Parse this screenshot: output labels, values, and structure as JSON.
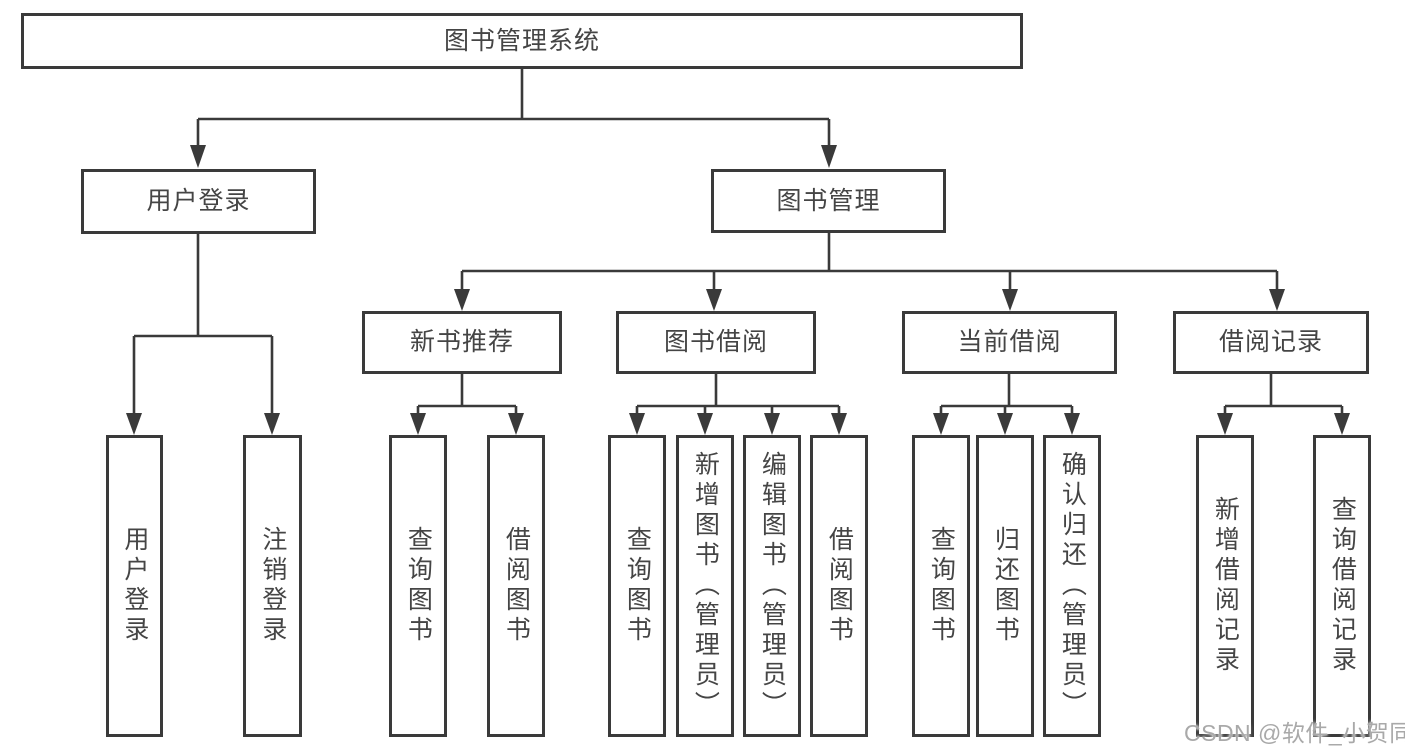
{
  "diagram": {
    "root": {
      "label": "图书管理系统"
    },
    "level2": [
      {
        "label": "用户登录"
      },
      {
        "label": "图书管理"
      }
    ],
    "level3": [
      {
        "label": "新书推荐"
      },
      {
        "label": "图书借阅"
      },
      {
        "label": "当前借阅"
      },
      {
        "label": "借阅记录"
      }
    ],
    "leaves": {
      "user_login": [
        "用户登录",
        "注销登录"
      ],
      "new_book": [
        "查询图书",
        "借阅图书"
      ],
      "book_borrow": [
        "查询图书",
        "新增图书（管理员）",
        "编辑图书（管理员）",
        "借阅图书"
      ],
      "current_borrow": [
        "查询图书",
        "归还图书",
        "确认归还（管理员）"
      ],
      "borrow_record": [
        "新增借阅记录",
        "查询借阅记录"
      ]
    }
  },
  "watermark": {
    "label": "CSDN @软件_小贺同学"
  },
  "colors": {
    "line": "#3a3a3a",
    "box_border": "#3a3a3a",
    "text": "#454545",
    "background": "#ffffff",
    "watermark": "#a9a9a9"
  }
}
